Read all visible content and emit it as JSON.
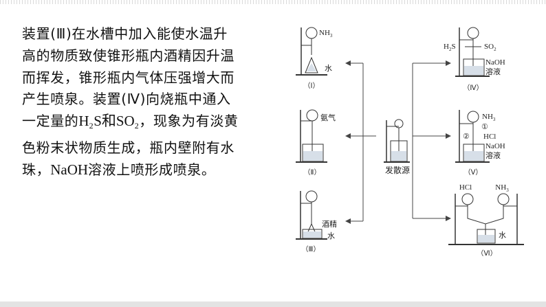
{
  "text_block": {
    "line1": "装置(Ⅲ)在水槽中加入能使水温升",
    "line2": "高的物质致使锥形瓶内酒精因升温",
    "line3": "而挥发，锥形瓶内气体压强增大而",
    "line4": "产生喷泉。装置(Ⅳ)向烧瓶中通入",
    "line5_a": "一定量的",
    "line5_h": "H",
    "line5_h_sub": "2",
    "line5_s": "S和SO",
    "line5_so_sub": "2",
    "line5_b": "，现象为有淡黄",
    "line6": "色粉末状物质生成，瓶内壁附有水",
    "line7_a": "珠，",
    "line7_naoh": "NaOH",
    "line7_b": "溶液上喷形成喷泉。"
  },
  "diagram": {
    "center_label": "发散源",
    "app1": {
      "numeral": "（Ⅰ）",
      "gas": "NH",
      "gas_sub": "3",
      "liquid": "水"
    },
    "app2": {
      "numeral": "（Ⅱ）",
      "gas": "氨气"
    },
    "app3": {
      "numeral": "（Ⅲ）",
      "label_top": "酒精",
      "label_bottom": "水"
    },
    "app4": {
      "numeral": "（Ⅳ）",
      "gas_left": "H",
      "gas_left_sub": "2",
      "gas_left_tail": "S",
      "gas_right": "SO",
      "gas_right_sub": "2",
      "solution1": "NaOH",
      "solution2": "溶液"
    },
    "app5": {
      "numeral": "（Ⅴ）",
      "gas_top": "NH",
      "gas_top_sub": "3",
      "mark1": "①",
      "gas_mid": "HCl",
      "mark2": "②",
      "solution1": "NaOH",
      "solution2": "溶液"
    },
    "app6": {
      "numeral": "（Ⅵ）",
      "gas_left": "HCl",
      "gas_right": "NH",
      "gas_right_sub": "3",
      "liquid": "水"
    }
  }
}
